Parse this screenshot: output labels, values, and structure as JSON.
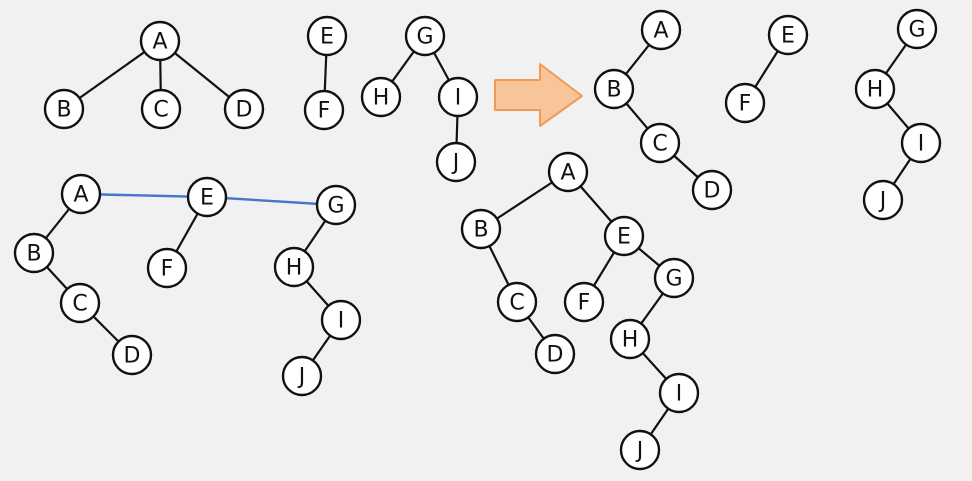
{
  "colors": {
    "background": "#f1f1f1",
    "node_fill": "#ffffff",
    "node_stroke": "#111111",
    "edge": "#111111",
    "link": "#4477cc",
    "arrow_fill": "#f8c49a",
    "arrow_stroke": "#f09a55"
  },
  "diagrams": {
    "original_forest": {
      "nodes": [
        "A",
        "B",
        "C",
        "D",
        "E",
        "F",
        "G",
        "H",
        "I",
        "J"
      ],
      "edges": [
        [
          "A",
          "B"
        ],
        [
          "A",
          "C"
        ],
        [
          "A",
          "D"
        ],
        [
          "E",
          "F"
        ],
        [
          "G",
          "H"
        ],
        [
          "G",
          "I"
        ],
        [
          "I",
          "J"
        ]
      ]
    },
    "binary_trees": {
      "nodes": [
        "A",
        "B",
        "C",
        "D",
        "E",
        "F",
        "G",
        "H",
        "I",
        "J"
      ],
      "edges": [
        [
          "A",
          "B"
        ],
        [
          "B",
          "C"
        ],
        [
          "C",
          "D"
        ],
        [
          "E",
          "F"
        ],
        [
          "G",
          "H"
        ],
        [
          "H",
          "I"
        ],
        [
          "I",
          "J"
        ]
      ]
    },
    "linked_trees": {
      "nodes": [
        "A",
        "B",
        "C",
        "D",
        "E",
        "F",
        "G",
        "H",
        "I",
        "J"
      ],
      "edges": [
        [
          "A",
          "B"
        ],
        [
          "B",
          "C"
        ],
        [
          "C",
          "D"
        ],
        [
          "E",
          "F"
        ],
        [
          "G",
          "H"
        ],
        [
          "H",
          "I"
        ],
        [
          "I",
          "J"
        ]
      ],
      "root_links": [
        [
          "A",
          "E"
        ],
        [
          "E",
          "G"
        ]
      ]
    },
    "final_binary_tree": {
      "nodes": [
        "A",
        "B",
        "C",
        "D",
        "E",
        "F",
        "G",
        "H",
        "I",
        "J"
      ],
      "edges": [
        [
          "A",
          "B"
        ],
        [
          "B",
          "C"
        ],
        [
          "C",
          "D"
        ],
        [
          "A",
          "E"
        ],
        [
          "E",
          "F"
        ],
        [
          "E",
          "G"
        ],
        [
          "G",
          "H"
        ],
        [
          "H",
          "I"
        ],
        [
          "I",
          "J"
        ]
      ]
    }
  },
  "arrow_icon": "right-arrow-icon"
}
